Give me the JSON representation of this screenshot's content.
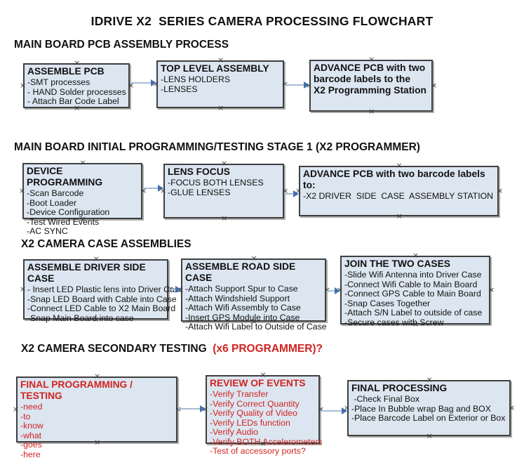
{
  "title": "IDRIVE X2  SERIES CAMERA PROCESSING FLOWCHART",
  "colors": {
    "box_fill": "#dce6f1",
    "box_border": "#3f3f3f",
    "arrow_shaft": "#a8bcd4",
    "arrow_head": "#4470ad",
    "alert_red": "#d02420"
  },
  "sections": [
    {
      "heading": "MAIN BOARD PCB ASSEMBLY PROCESS",
      "boxes": [
        {
          "title": "ASSEMBLE PCB",
          "items": [
            "-SMT processes",
            "- HAND Solder processes",
            "- Attach Bar Code Label"
          ]
        },
        {
          "title": "TOP LEVEL ASSEMBLY",
          "items": [
            "-LENS HOLDERS",
            "-LENSES"
          ]
        },
        {
          "title": "ADVANCE PCB with two\nbarcode labels to the\n X2 Programming Station",
          "items": []
        }
      ]
    },
    {
      "heading": "MAIN BOARD INITIAL PROGRAMMING/TESTING STAGE 1 (X2 PROGRAMMER)",
      "boxes": [
        {
          "title": "DEVICE PROGRAMMING",
          "items": [
            "-Scan Barcode",
            "-Boot Loader",
            "-Device Configuration",
            "-Test Wired Events",
            "-AC SYNC"
          ]
        },
        {
          "title": "LENS FOCUS",
          "items": [
            "-FOCUS BOTH LENSES",
            "-GLUE LENSES"
          ]
        },
        {
          "title": "ADVANCE PCB with two barcode labels to:",
          "items": [
            "-X2 DRIVER  SIDE  CASE  ASSEMBLY STATION"
          ]
        }
      ]
    },
    {
      "heading": "X2 CAMERA CASE ASSEMBLIES",
      "boxes": [
        {
          "title": "ASSEMBLE DRIVER SIDE CASE",
          "items": [
            "- Insert LED Plastic lens into Driver Case",
            "-Snap LED Board with Cable into Case",
            "-Connect LED Cable to X2 Main Board",
            "-Snap Main Board into case"
          ]
        },
        {
          "title": "ASSEMBLE ROAD SIDE CASE",
          "items": [
            "-Attach Support Spur to Case",
            "-Attach Windshield Support",
            "-Attach Wifi Assembly to Case",
            "-Insert GPS Module into Case",
            "-Attach Wifi Label to Outside of Case"
          ]
        },
        {
          "title": "JOIN THE TWO CASES",
          "items": [
            "-Slide Wifi Antenna into Driver Case",
            "-Connect Wifi Cable to Main Board",
            "-Connect GPS Cable to Main Board",
            "-Snap Cases Together",
            "-Attach S/N Label to outside of case",
            "-Secure cases with Screw"
          ]
        }
      ]
    },
    {
      "heading": "X2 CAMERA SECONDARY TESTING  ",
      "heading_suffix": "(x6 PROGRAMMER)?",
      "boxes": [
        {
          "title": "FINAL PROGRAMMING / TESTING",
          "items": [
            "-need",
            "-to",
            "-know",
            "-what",
            "-goes",
            "-here"
          ]
        },
        {
          "title": "REVIEW OF EVENTS",
          "items": [
            "-Verify Transfer",
            "-Verify Correct Quantity",
            "-Verify Quality of Video",
            "-Verify LEDs function",
            "-Verify Audio",
            "-Verify BOTH Accelerometers",
            "-Test of accessory ports?"
          ]
        },
        {
          "title": "FINAL PROCESSING",
          "items": [
            " -Check Final Box",
            "-Place In Bubble wrap Bag and BOX",
            "-Place Barcode Label on Exterior or Box"
          ]
        }
      ]
    }
  ]
}
